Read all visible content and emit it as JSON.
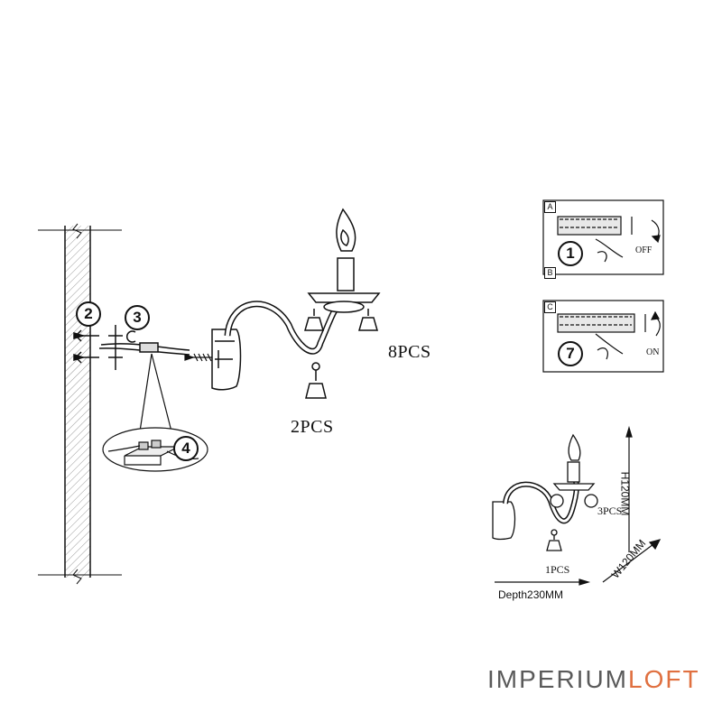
{
  "steps": {
    "s2": "2",
    "s3": "3",
    "s4": "4",
    "s1": "1",
    "s7": "7"
  },
  "panels": {
    "a": "A",
    "b": "B",
    "c": "C",
    "off": "OFF",
    "on": "ON"
  },
  "labels": {
    "pcs8": "8PCS",
    "pcs2": "2PCS",
    "pcs3": "3PCS",
    "pcs1": "1PCS",
    "height": "H120MM",
    "width": "W120MM",
    "depth": "Depth230MM"
  },
  "brand": {
    "part1": "IMPERIUM",
    "part2": "LOFT"
  },
  "colors": {
    "brand_gray": "#5a5a5a",
    "brand_orange": "#e07040"
  }
}
